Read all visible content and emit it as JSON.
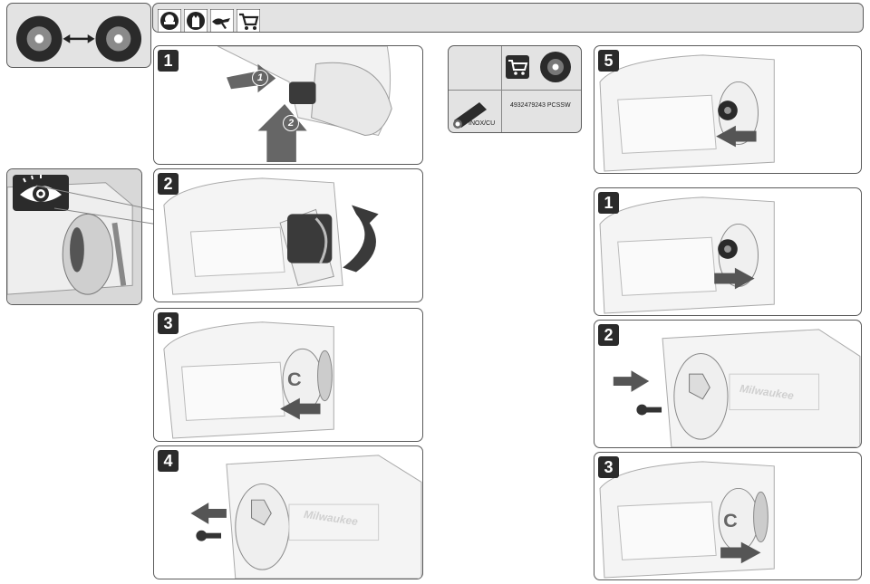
{
  "header": {
    "icons": [
      "eye-protection-icon",
      "glove-icon",
      "hand-pinch-warning-icon",
      "shopping-cart-icon"
    ]
  },
  "left_steps": [
    {
      "num": "1"
    },
    {
      "num": "2"
    },
    {
      "num": "3"
    },
    {
      "num": "4"
    }
  ],
  "arrow_labels": [
    "1",
    "2"
  ],
  "accessory": {
    "part_number": "4932479243 PCSSW",
    "material": "INOX/CU"
  },
  "right_steps": [
    {
      "num": "5"
    },
    {
      "num": "1"
    },
    {
      "num": "2"
    },
    {
      "num": "3"
    }
  ],
  "brand": "Milwaukee"
}
